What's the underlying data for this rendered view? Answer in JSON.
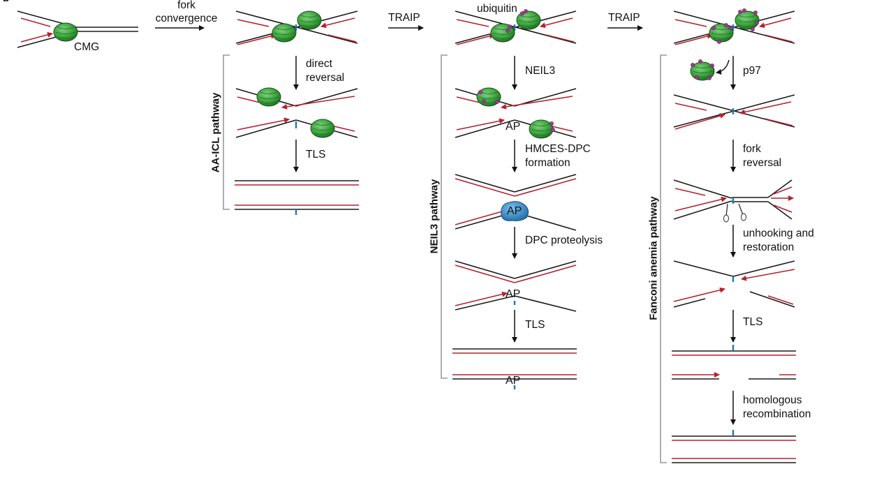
{
  "figure": {
    "panel_letter": "b",
    "labels": {
      "cmg": "CMG",
      "fork_convergence": "fork convergence",
      "traip_1": "TRAIP",
      "traip_2": "TRAIP",
      "ubiquitin": "ubiquitin",
      "direct_reversal": "direct reversal",
      "tls_aa": "TLS",
      "neil3_step": "NEIL3",
      "hmces_dpc": "HMCES-DPC formation",
      "dpc_proteolysis": "DPC proteolysis",
      "tls_neil3": "TLS",
      "p97": "p97",
      "fork_reversal": "fork reversal",
      "unhooking": "unhooking and restoration",
      "tls_fa": "TLS",
      "homologous_recombination": "homologous recombination",
      "ap_1": "AP",
      "ap_2": "AP",
      "ap_3": "AP",
      "ap_4": "AP"
    },
    "pathways": {
      "aa_icl": "AA-ICL pathway",
      "neil3": "NEIL3 pathway",
      "fanconi": "Fanconi anemia pathway"
    },
    "colors": {
      "parental_strand": "#1a1a1a",
      "nascent_strand": "#b5202e",
      "crosslink": "#1f77b4",
      "cmg_helicase": "#3aa33c",
      "ubiquitin": "#a8359a",
      "hmces": "#2e86c8"
    }
  }
}
